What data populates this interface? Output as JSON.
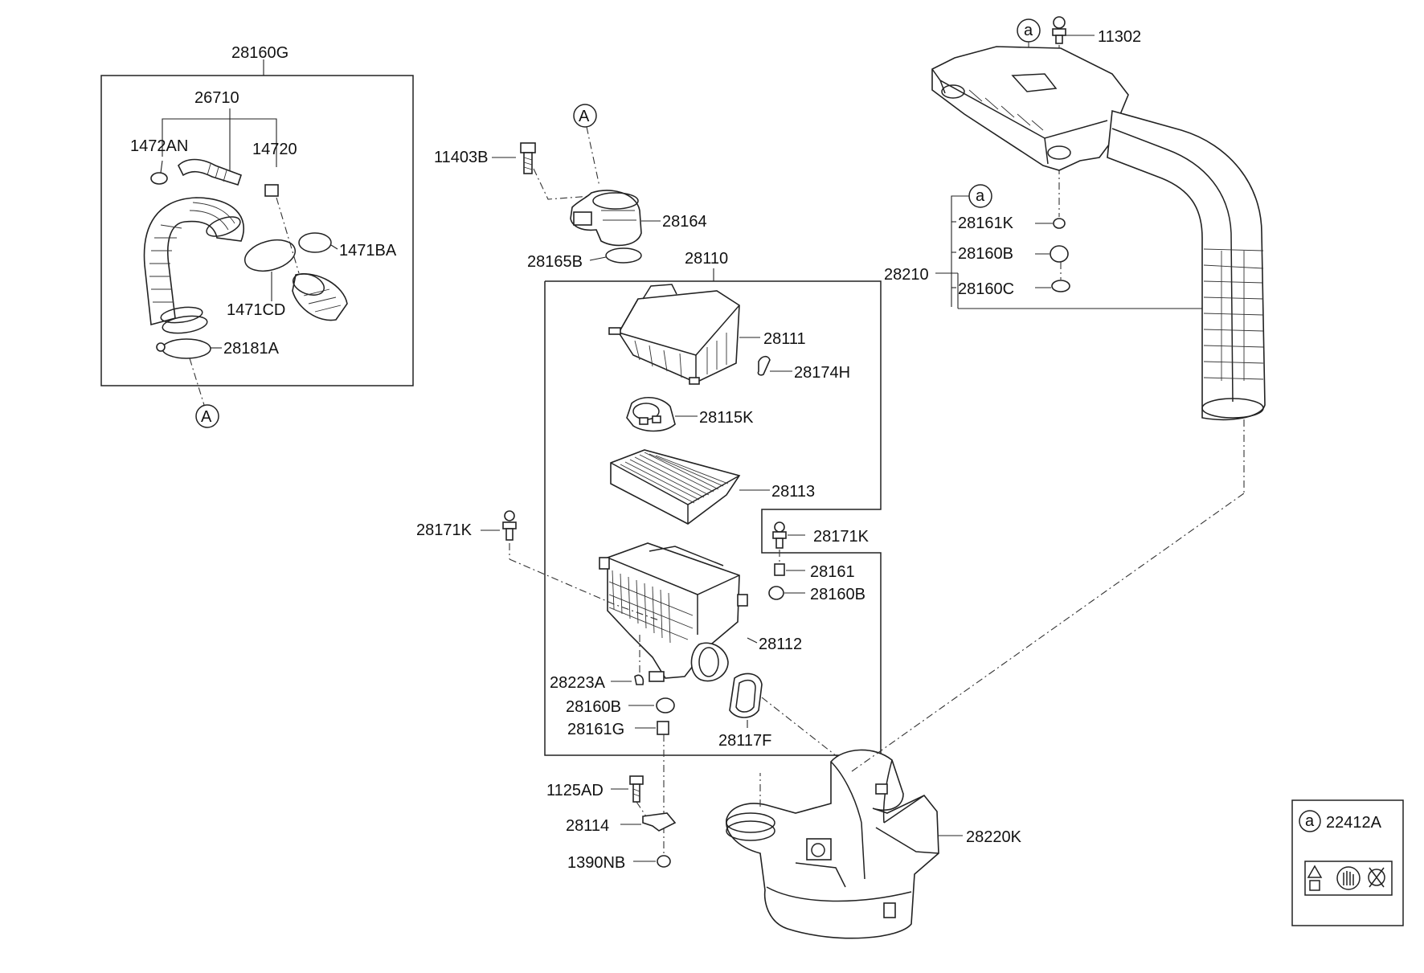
{
  "callouts": {
    "c28160G": "28160G",
    "c26710": "26710",
    "c1472AN": "1472AN",
    "c14720": "14720",
    "c1471BA": "1471BA",
    "c1471CD": "1471CD",
    "c28181A": "28181A",
    "c11403B": "11403B",
    "c28164": "28164",
    "c28165B": "28165B",
    "c28110": "28110",
    "c28111": "28111",
    "c28174H": "28174H",
    "c28115K": "28115K",
    "c28113": "28113",
    "c28171K_left": "28171K",
    "c28171K_right": "28171K",
    "c28161": "28161",
    "c28160B_mid": "28160B",
    "c28112": "28112",
    "c28223A": "28223A",
    "c28160B_low": "28160B",
    "c28161G": "28161G",
    "c28117F": "28117F",
    "c1125AD": "1125AD",
    "c28114": "28114",
    "c1390NB": "1390NB",
    "c28220K": "28220K",
    "c11302": "11302",
    "c28210": "28210",
    "c28161K": "28161K",
    "c28160B_top": "28160B",
    "c28160C": "28160C",
    "c22412A": "22412A"
  },
  "markers": {
    "ref_A": "A",
    "ref_a": "a"
  }
}
